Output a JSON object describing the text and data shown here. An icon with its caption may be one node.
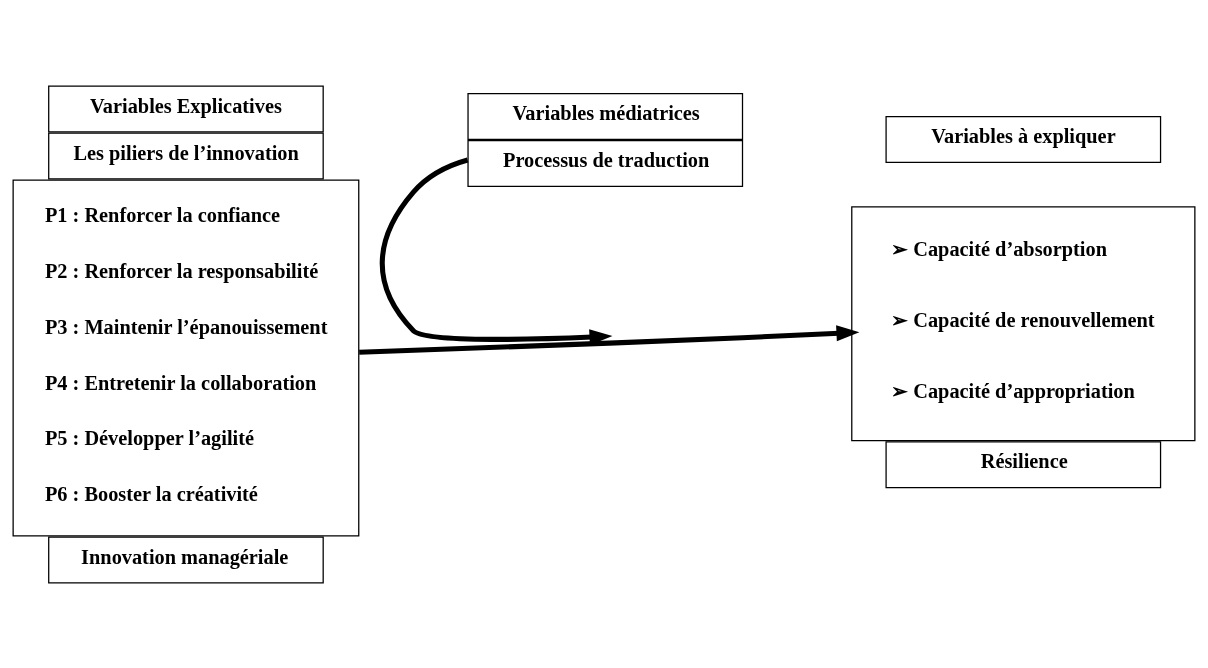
{
  "diagram": {
    "nodes": [
      {
        "text": [
          "Variables Explicatives"
        ]
      },
      {
        "text": [
          "Les piliers de l’innovation"
        ]
      },
      {
        "text": [
          "P1 : Renforcer la confiance",
          "P2 : Renforcer la responsabilité",
          "P3 : Maintenir l’épanouissement",
          "P4 : Entretenir la collaboration",
          "P5 : Développer l’agilité",
          "P6 : Booster la créativité"
        ]
      },
      {
        "text": [
          "Innovation managériale"
        ]
      },
      {
        "text": [
          "Variables médiatrices"
        ]
      },
      {
        "text": [
          "Processus de traduction"
        ]
      },
      {
        "text": [
          "Variables à expliquer"
        ]
      },
      {
        "text": [
          "➢ Capacité d’absorption",
          "➢ Capacité de renouvellement",
          "➢ Capacité d’appropriation"
        ]
      },
      {
        "text": [
          "Résilience"
        ]
      }
    ],
    "edges": [
      {
        "from": 2,
        "to": 7,
        "arrow": "to"
      },
      {
        "from": 5,
        "to": null,
        "arrow": "to"
      }
    ]
  }
}
